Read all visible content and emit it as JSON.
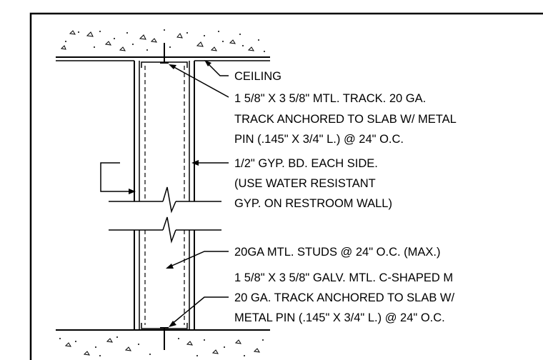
{
  "notes": {
    "ceiling": "CEILING",
    "top_track": [
      "1 5/8\" X 3 5/8\" MTL. TRACK. 20 GA.",
      "TRACK ANCHORED TO SLAB W/ METAL",
      "PIN (.145\" X 3/4\" L.) @ 24\" O.C."
    ],
    "gyp_board": [
      "1/2\" GYP. BD. EACH SIDE.",
      "(USE WATER RESISTANT",
      "GYP. ON RESTROOM WALL)"
    ],
    "studs": "20GA MTL. STUDS @ 24\" O.C. (MAX.)",
    "bottom_track": [
      "1 5/8\" X 3 5/8\" GALV. MTL. C-SHAPED M",
      "20 GA. TRACK ANCHORED TO SLAB W/",
      "METAL PIN (.145\" X 3/4\" L.) @ 24\" O.C."
    ]
  }
}
